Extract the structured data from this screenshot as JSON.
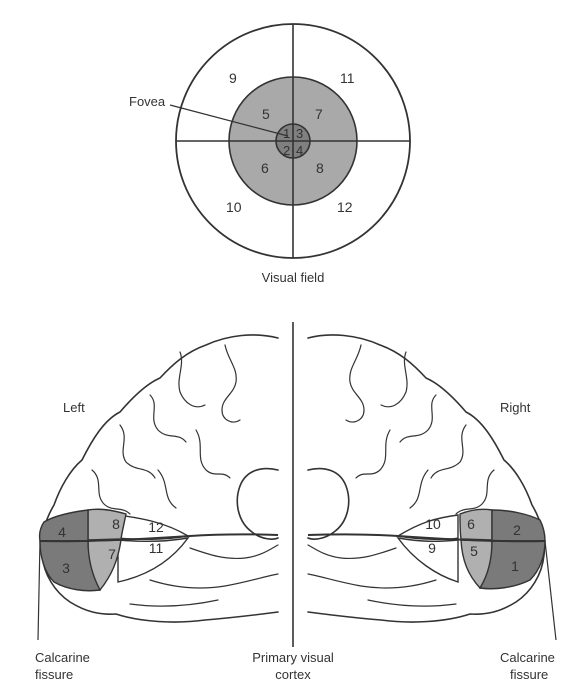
{
  "visual_field": {
    "label": "Visual field",
    "fovea_label": "Fovea",
    "zones": {
      "z1": "1",
      "z2": "2",
      "z3": "3",
      "z4": "4",
      "z5": "5",
      "z6": "6",
      "z7": "7",
      "z8": "8",
      "z9": "9",
      "z10": "10",
      "z11": "11",
      "z12": "12"
    },
    "colors": {
      "outer": "#ffffff",
      "middle": "#a9a9a9",
      "fovea": "#7f7f7f",
      "stroke": "#333333"
    }
  },
  "cortex": {
    "left_label": "Left",
    "right_label": "Right",
    "center_label_line1": "Primary visual",
    "center_label_line2": "cortex",
    "left_fissure_line1": "Calcarine",
    "left_fissure_line2": "fissure",
    "right_fissure_line1": "Calcarine",
    "right_fissure_line2": "fissure",
    "left_zones": {
      "z4": "4",
      "z3": "3",
      "z8": "8",
      "z7": "7",
      "z12": "12",
      "z11": "11"
    },
    "right_zones": {
      "z2": "2",
      "z1": "1",
      "z6": "6",
      "z5": "5",
      "z10": "10",
      "z9": "9"
    },
    "colors": {
      "dark": "#7a7a7a",
      "mid": "#b0b0b0",
      "light": "#ffffff"
    }
  }
}
